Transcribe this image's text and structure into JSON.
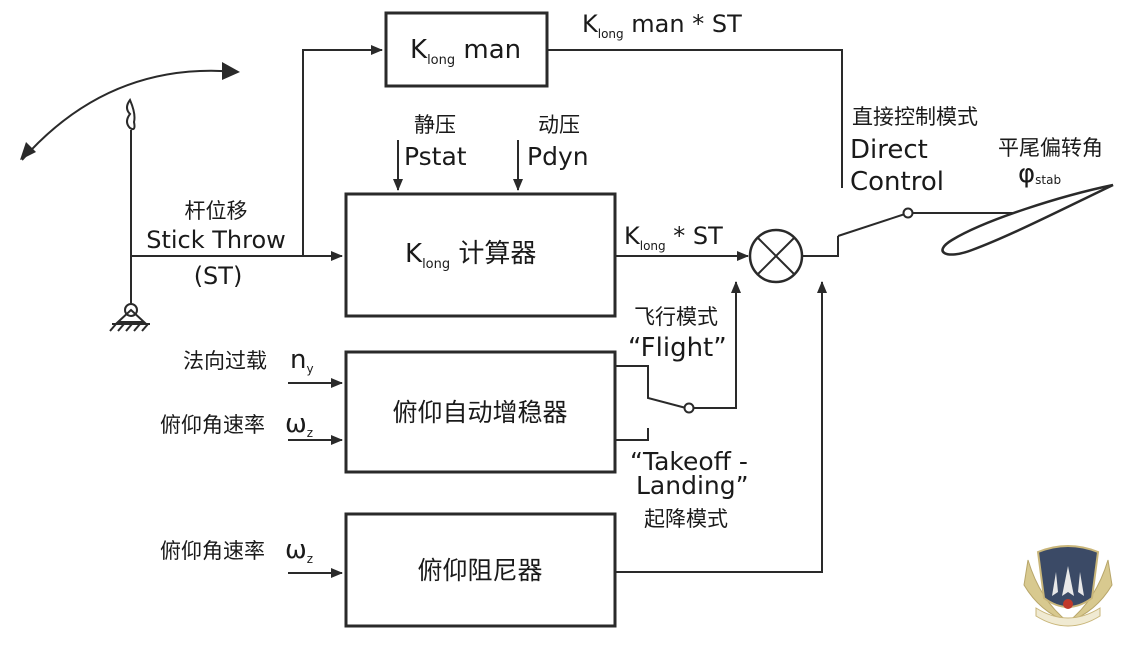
{
  "blocks": {
    "k_man": {
      "k": "K",
      "sub": "long",
      "rest": " man"
    },
    "k_calc": {
      "k": "K",
      "sub": "long",
      "rest": " 计算器"
    },
    "pitch_sas": "俯仰自动增稳器",
    "pitch_damper": "俯仰阻尼器"
  },
  "labels": {
    "k_man_out": {
      "k": "K",
      "sub": "long",
      "rest": " man * ST"
    },
    "k_long_out": {
      "k": "K",
      "sub": "long",
      "rest": " * ST"
    },
    "static_cn": "静压",
    "static_en": "Pstat",
    "dynamic_cn": "动压",
    "dynamic_en": "Pdyn",
    "stick_cn": "杆位移",
    "stick_en": "Stick Throw",
    "stick_abbr": "(ST)",
    "direct_cn": "直接控制模式",
    "direct_en1": "Direct",
    "direct_en2": "Control",
    "stab_cn": "平尾偏转角",
    "stab_sym": "φ",
    "stab_sub": "stab",
    "flight_cn": "飞行模式",
    "flight_en": "“Flight”",
    "takeoff_en1": "“Takeoff -",
    "takeoff_en2": "Landing”",
    "takeoff_cn": "起降模式",
    "normal_load_cn": "法向过载",
    "ny_sym": "n",
    "ny_sub": "y",
    "pitch_rate_cn_1": "俯仰角速率",
    "wz_sym_1": "ω",
    "wz_sub_1": "z",
    "pitch_rate_cn_2": "俯仰角速率",
    "wz_sym_2": "ω",
    "wz_sub_2": "z"
  },
  "colors": {
    "line": "#2a2a2a",
    "emblem_blue": "#3b4a66",
    "emblem_gold": "#c9b67a"
  }
}
